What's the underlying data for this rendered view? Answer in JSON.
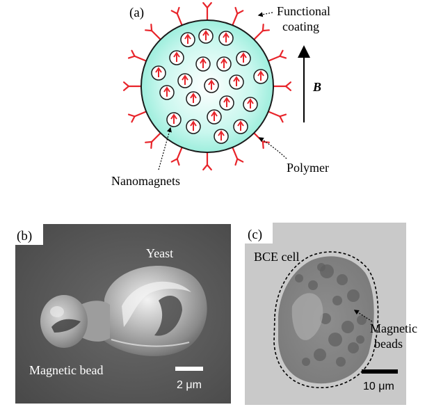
{
  "panel_a": {
    "label": "(a)",
    "functional_coating": [
      "Functional",
      "coating"
    ],
    "field_label": "B",
    "polymer_label": "Polymer",
    "nanomagnets_label": "Nanomagnets"
  },
  "panel_b": {
    "label": "(b)",
    "yeast_label": "Yeast",
    "bead_label": "Magnetic bead",
    "scale_label": "2 μm"
  },
  "panel_c": {
    "label": "(c)",
    "cell_label": "BCE cell",
    "beads_label": [
      "Magnetic",
      "beads"
    ],
    "scale_label": "10 μm"
  },
  "colors": {
    "polymer_fill": "#bff5ea",
    "coating_red": "#e8242a",
    "sem_background": "#5a5a5a",
    "micrograph_background": "#c9c9c9"
  }
}
